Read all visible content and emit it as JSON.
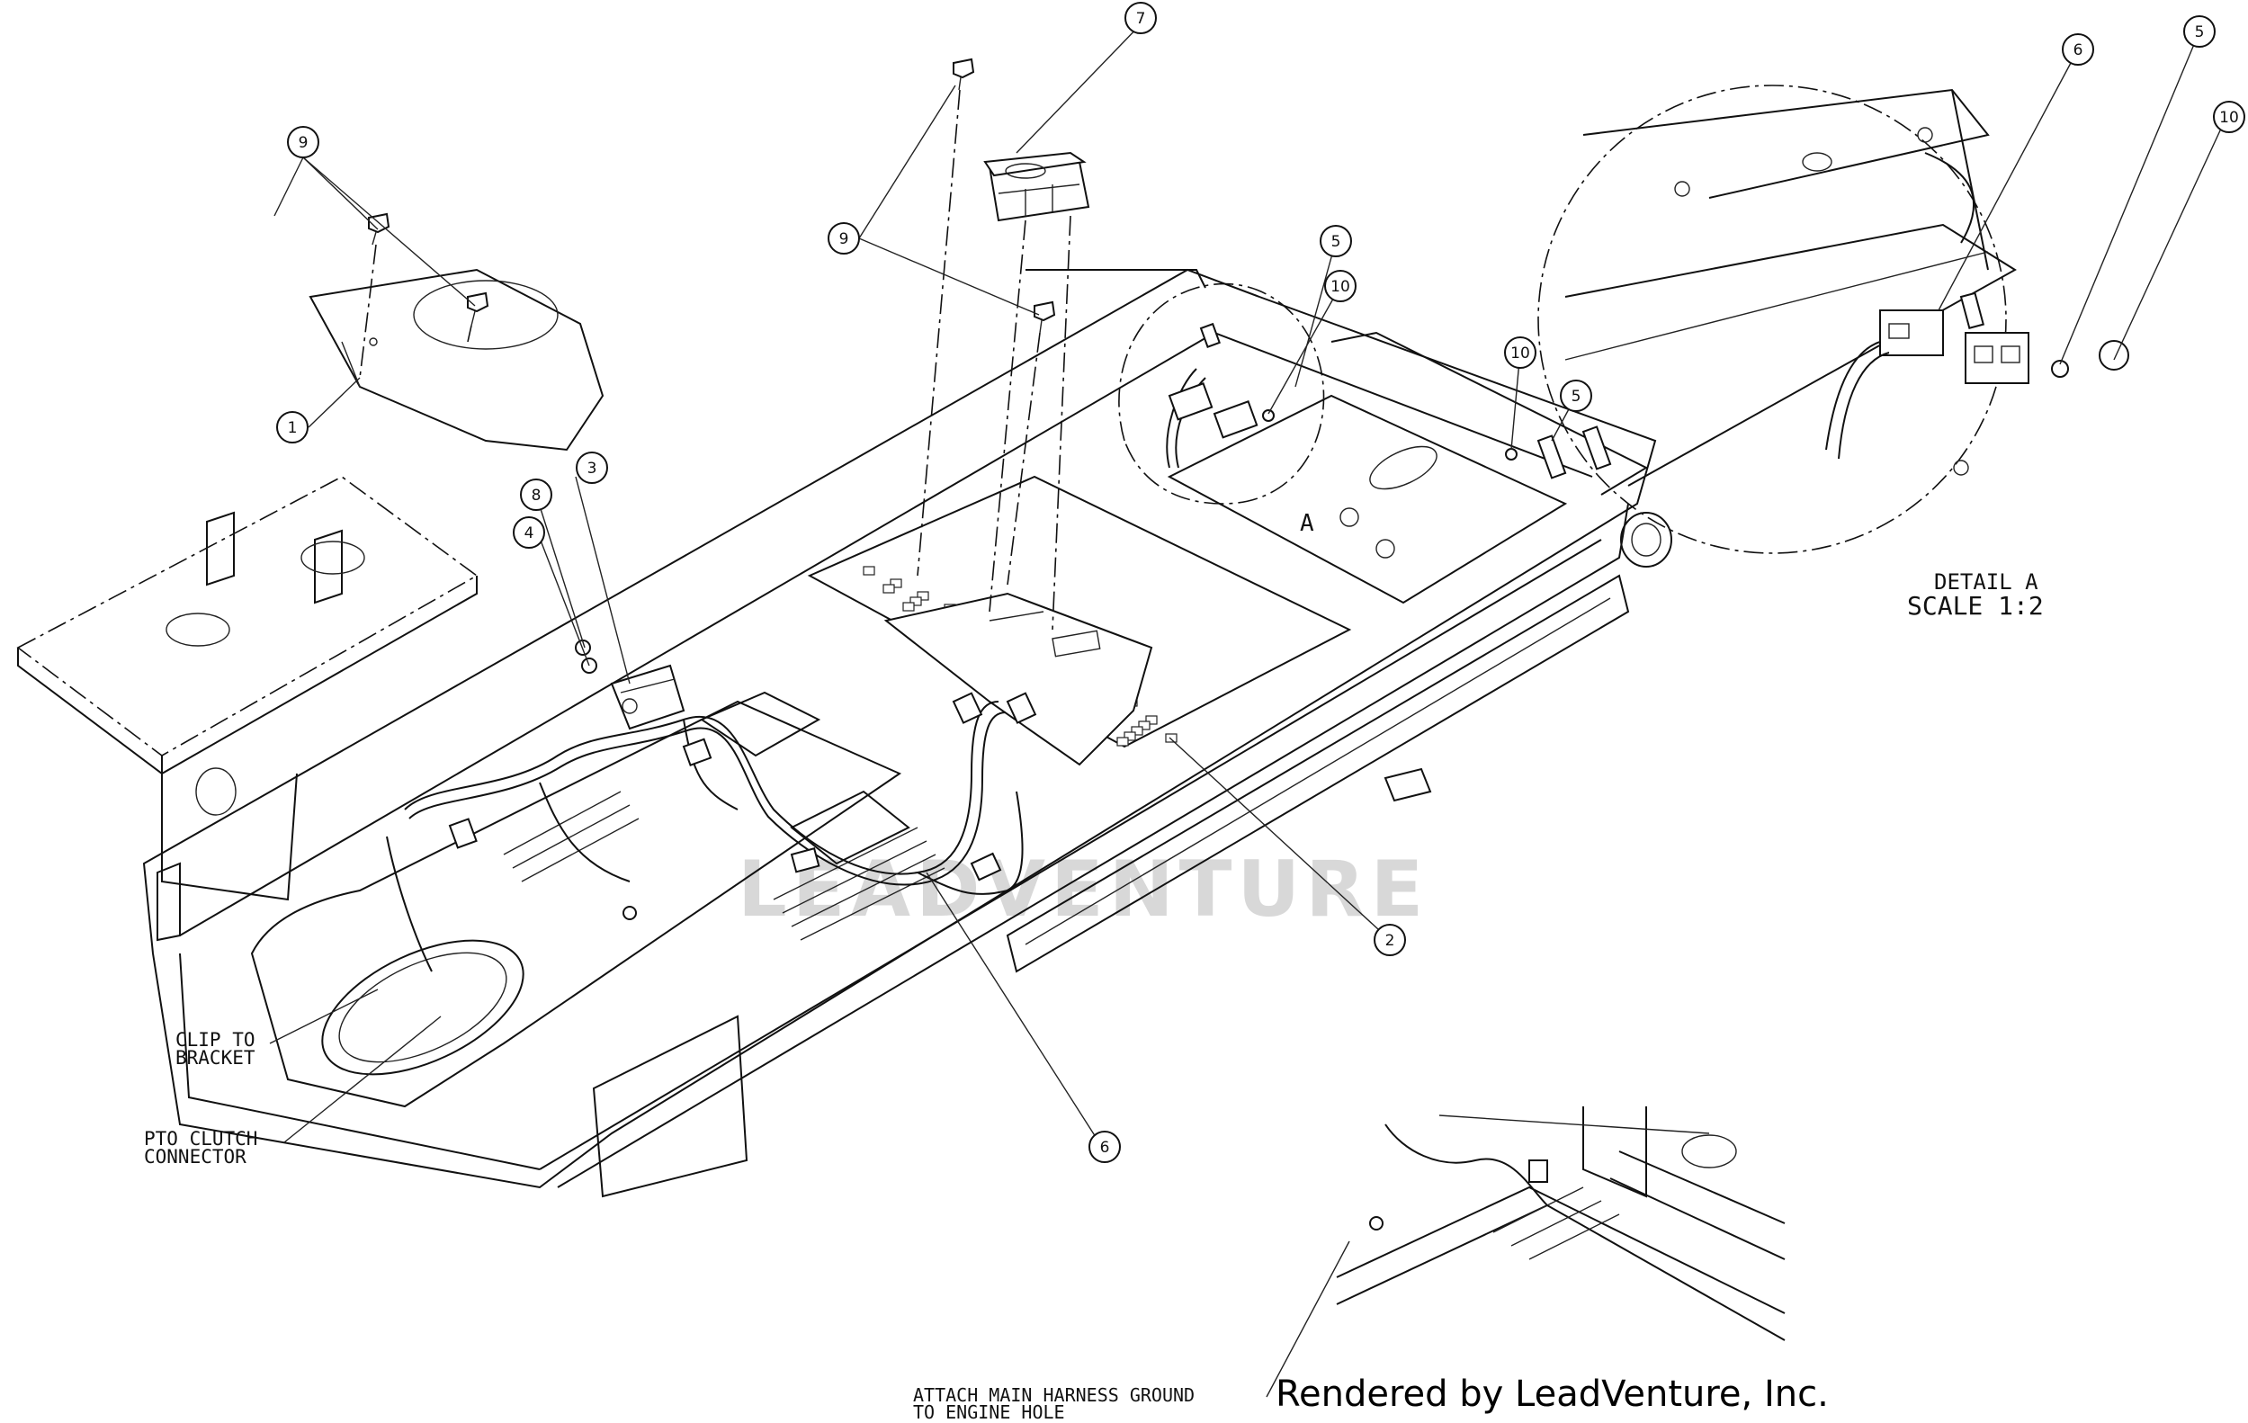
{
  "callouts": [
    {
      "id": "c9a",
      "label": "9"
    },
    {
      "id": "c1",
      "label": "1"
    },
    {
      "id": "c9b",
      "label": "9"
    },
    {
      "id": "c7",
      "label": "7"
    },
    {
      "id": "c3",
      "label": "3"
    },
    {
      "id": "c8",
      "label": "8"
    },
    {
      "id": "c4",
      "label": "4"
    },
    {
      "id": "c5a",
      "label": "5"
    },
    {
      "id": "c10a",
      "label": "10"
    },
    {
      "id": "c10b",
      "label": "10"
    },
    {
      "id": "c5b",
      "label": "5"
    },
    {
      "id": "c2",
      "label": "2"
    },
    {
      "id": "c6a",
      "label": "6"
    },
    {
      "id": "c6b",
      "label": "6"
    },
    {
      "id": "c5c",
      "label": "5"
    },
    {
      "id": "c10c",
      "label": "10"
    }
  ],
  "notes": {
    "clip_line1": "CLIP TO",
    "clip_line2": "BRACKET",
    "pto_line1": "PTO CLUTCH",
    "pto_line2": "CONNECTOR",
    "ground_line1": "ATTACH MAIN HARNESS GROUND",
    "ground_line2": "TO ENGINE HOLE"
  },
  "detail": {
    "title": "DETAIL A",
    "scale": "SCALE 1:2",
    "marker": "A"
  },
  "credit": "Rendered by LeadVenture, Inc.",
  "watermark": "LEADVENTURE"
}
